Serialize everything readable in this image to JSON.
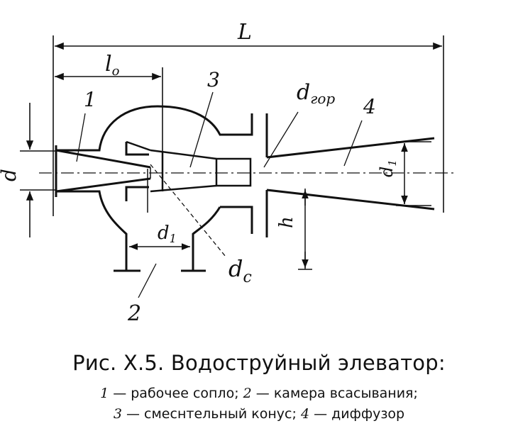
{
  "figure": {
    "labels": {
      "L": "L",
      "l0": "l",
      "l0_sub": "o",
      "d": "d",
      "d1_left": "d",
      "d1_left_sub": "1",
      "d1_right": "d",
      "d1_right_sub": "1",
      "dc": "d",
      "dc_sub": "c",
      "dgor": "d",
      "dgor_sub": "гор",
      "h": "h",
      "n1": "1",
      "n2": "2",
      "n3": "3",
      "n4": "4"
    }
  },
  "caption": {
    "title": "Рис. X.5. Водоструйный элеватор:",
    "legend": [
      {
        "num": "1",
        "text": " — рабочее сопло; "
      },
      {
        "num": "2",
        "text": " — камера всасывания;"
      },
      {
        "num": "3",
        "text": " — смеснтельный конус; "
      },
      {
        "num": "4",
        "text": " — диффузор"
      }
    ]
  }
}
